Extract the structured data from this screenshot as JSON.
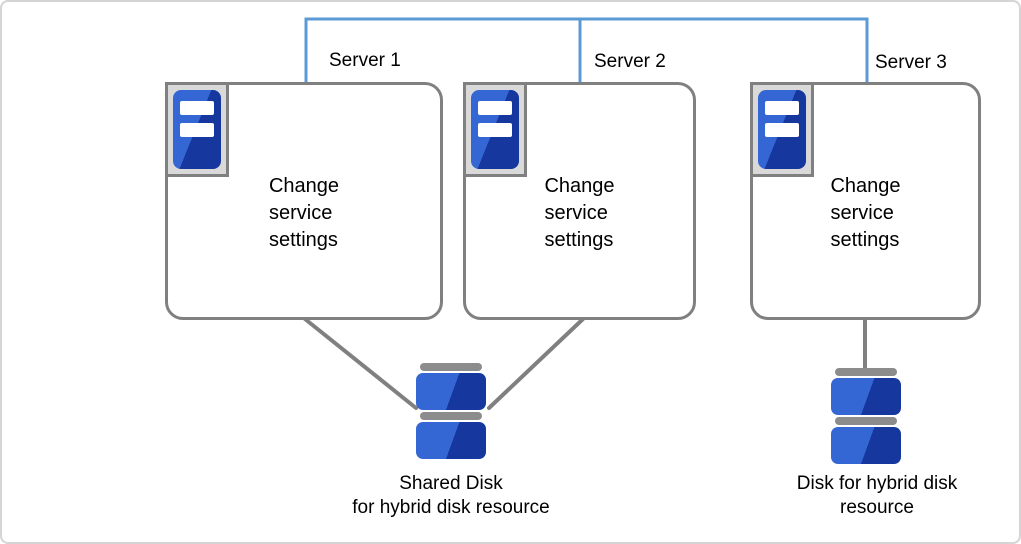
{
  "colors": {
    "connector_blue": "#5B9BD5",
    "connector_gray": "#808080",
    "box_border": "#808080",
    "icon_frame_bg": "#D9D9D9",
    "icon_frame_border": "#808080",
    "blue_light": "#3567D4",
    "blue_dark": "#16379E",
    "disk_bar_gray": "#8C8C8C",
    "text_color": "#000000",
    "page_border": "#D5D5D5"
  },
  "servers": [
    {
      "label": "Server 1",
      "body_lines": [
        "Change",
        "service",
        "settings"
      ]
    },
    {
      "label": "Server 2",
      "body_lines": [
        "Change",
        "service",
        "settings"
      ]
    },
    {
      "label": "Server 3",
      "body_lines": [
        "Change",
        "service",
        "settings"
      ]
    }
  ],
  "disks": [
    {
      "caption_lines": [
        "Shared Disk",
        "for hybrid disk resource"
      ]
    },
    {
      "caption_lines": [
        "Disk for hybrid disk",
        "resource"
      ]
    }
  ],
  "icon_names": {
    "server": "server-tower-icon",
    "disk": "disk-stack-icon"
  }
}
